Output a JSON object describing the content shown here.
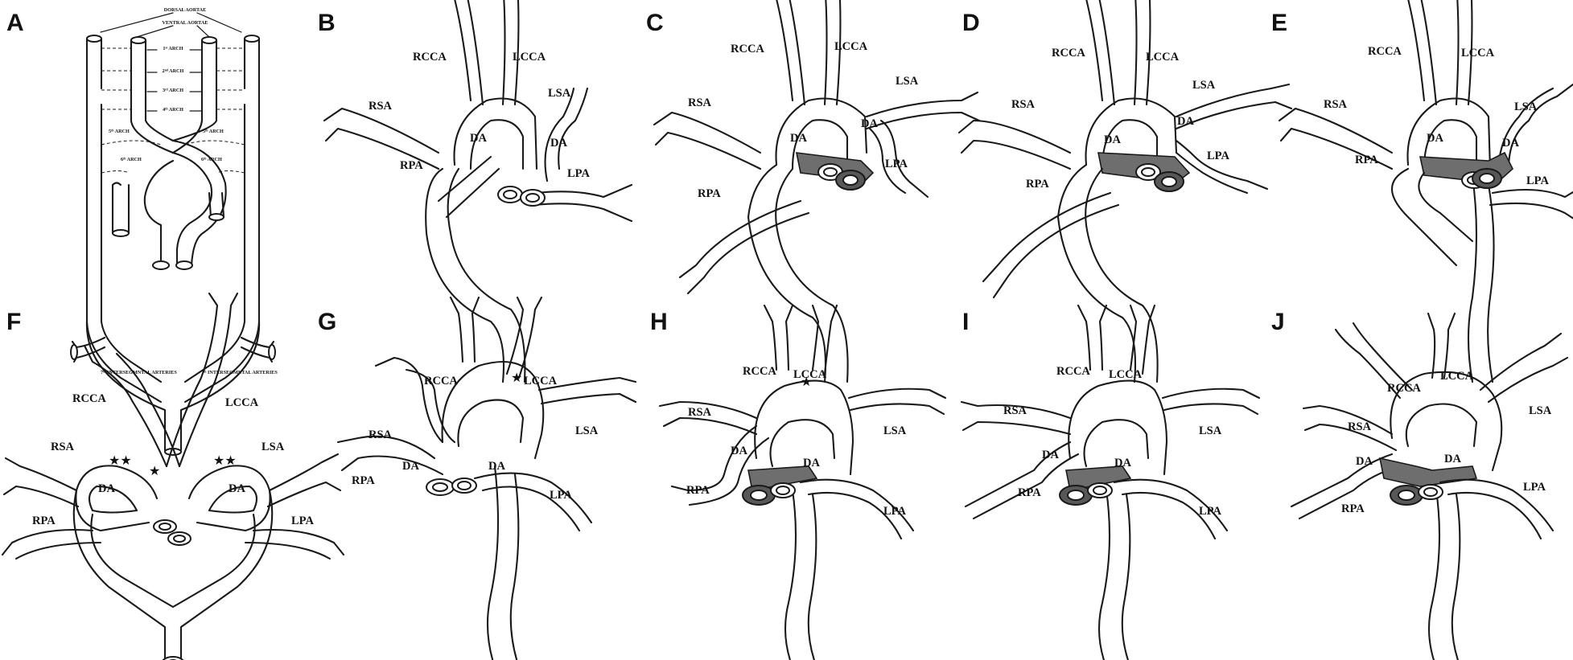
{
  "panels": {
    "A": {
      "letter": "A",
      "labels": {
        "dorsal": "DORSAL AORTAE",
        "ventral": "VENTRAL AORTAE",
        "arch1": "1ˢᵗ ARCH",
        "arch2": "2ⁿᵈ ARCH",
        "arch3": "3ʳᵈ ARCH",
        "arch4": "4ᵗʰ ARCH",
        "arch5l": "5ᵗʰ ARCH",
        "arch5r": "5ᵗʰ ARCH",
        "arch6l": "6ᵗʰ ARCH",
        "arch6r": "6ᵗʰ ARCH",
        "inter_l": "7ᵗʰ INTERSEGMNTAL ARTERIES",
        "inter_r": "7ᵗʰ INTERSEGMNTAL ARTERIES"
      }
    },
    "B": {
      "letter": "B",
      "labels": {
        "rcca": "RCCA",
        "lcca": "LCCA",
        "rsa": "RSA",
        "lsa": "LSA",
        "da1": "DA",
        "da2": "DA",
        "rpa": "RPA",
        "lpa": "LPA"
      }
    },
    "C": {
      "letter": "C",
      "labels": {
        "rcca": "RCCA",
        "lcca": "LCCA",
        "rsa": "RSA",
        "lsa": "LSA",
        "da1": "DA",
        "da2": "DA",
        "rpa": "RPA",
        "lpa": "LPA"
      }
    },
    "D": {
      "letter": "D",
      "labels": {
        "rcca": "RCCA",
        "lcca": "LCCA",
        "rsa": "RSA",
        "lsa": "LSA",
        "da1": "DA",
        "da2": "DA",
        "rpa": "RPA",
        "lpa": "LPA"
      }
    },
    "E": {
      "letter": "E",
      "labels": {
        "rcca": "RCCA",
        "lcca": "LCCA",
        "rsa": "RSA",
        "lsa": "LSA",
        "da1": "DA",
        "da2": "DA",
        "rpa": "RPA",
        "lpa": "LPA"
      }
    },
    "F": {
      "letter": "F",
      "labels": {
        "rcca": "RCCA",
        "lcca": "LCCA",
        "rsa": "RSA",
        "lsa": "LSA",
        "da1": "DA",
        "da2": "DA",
        "rpa": "RPA",
        "lpa": "LPA"
      }
    },
    "G": {
      "letter": "G",
      "labels": {
        "rcca": "RCCA",
        "lcca": "LCCA",
        "rsa": "RSA",
        "lsa": "LSA",
        "da1": "DA",
        "da2": "DA",
        "rpa": "RPA",
        "lpa": "LPA"
      }
    },
    "H": {
      "letter": "H",
      "labels": {
        "rcca": "RCCA",
        "lcca": "LCCA",
        "rsa": "RSA",
        "lsa": "LSA",
        "da1": "DA",
        "da2": "DA",
        "rpa": "RPA",
        "lpa": "LPA"
      }
    },
    "I": {
      "letter": "I",
      "labels": {
        "rcca": "RCCA",
        "lcca": "LCCA",
        "rsa": "RSA",
        "lsa": "LSA",
        "da1": "DA",
        "da2": "DA",
        "rpa": "RPA",
        "lpa": "LPA"
      }
    },
    "J": {
      "letter": "J",
      "labels": {
        "rcca": "RCCA",
        "lcca": "LCCA",
        "rsa": "RSA",
        "lsa": "LSA",
        "da1": "DA",
        "da2": "DA",
        "rpa": "RPA",
        "lpa": "LPA"
      }
    }
  }
}
